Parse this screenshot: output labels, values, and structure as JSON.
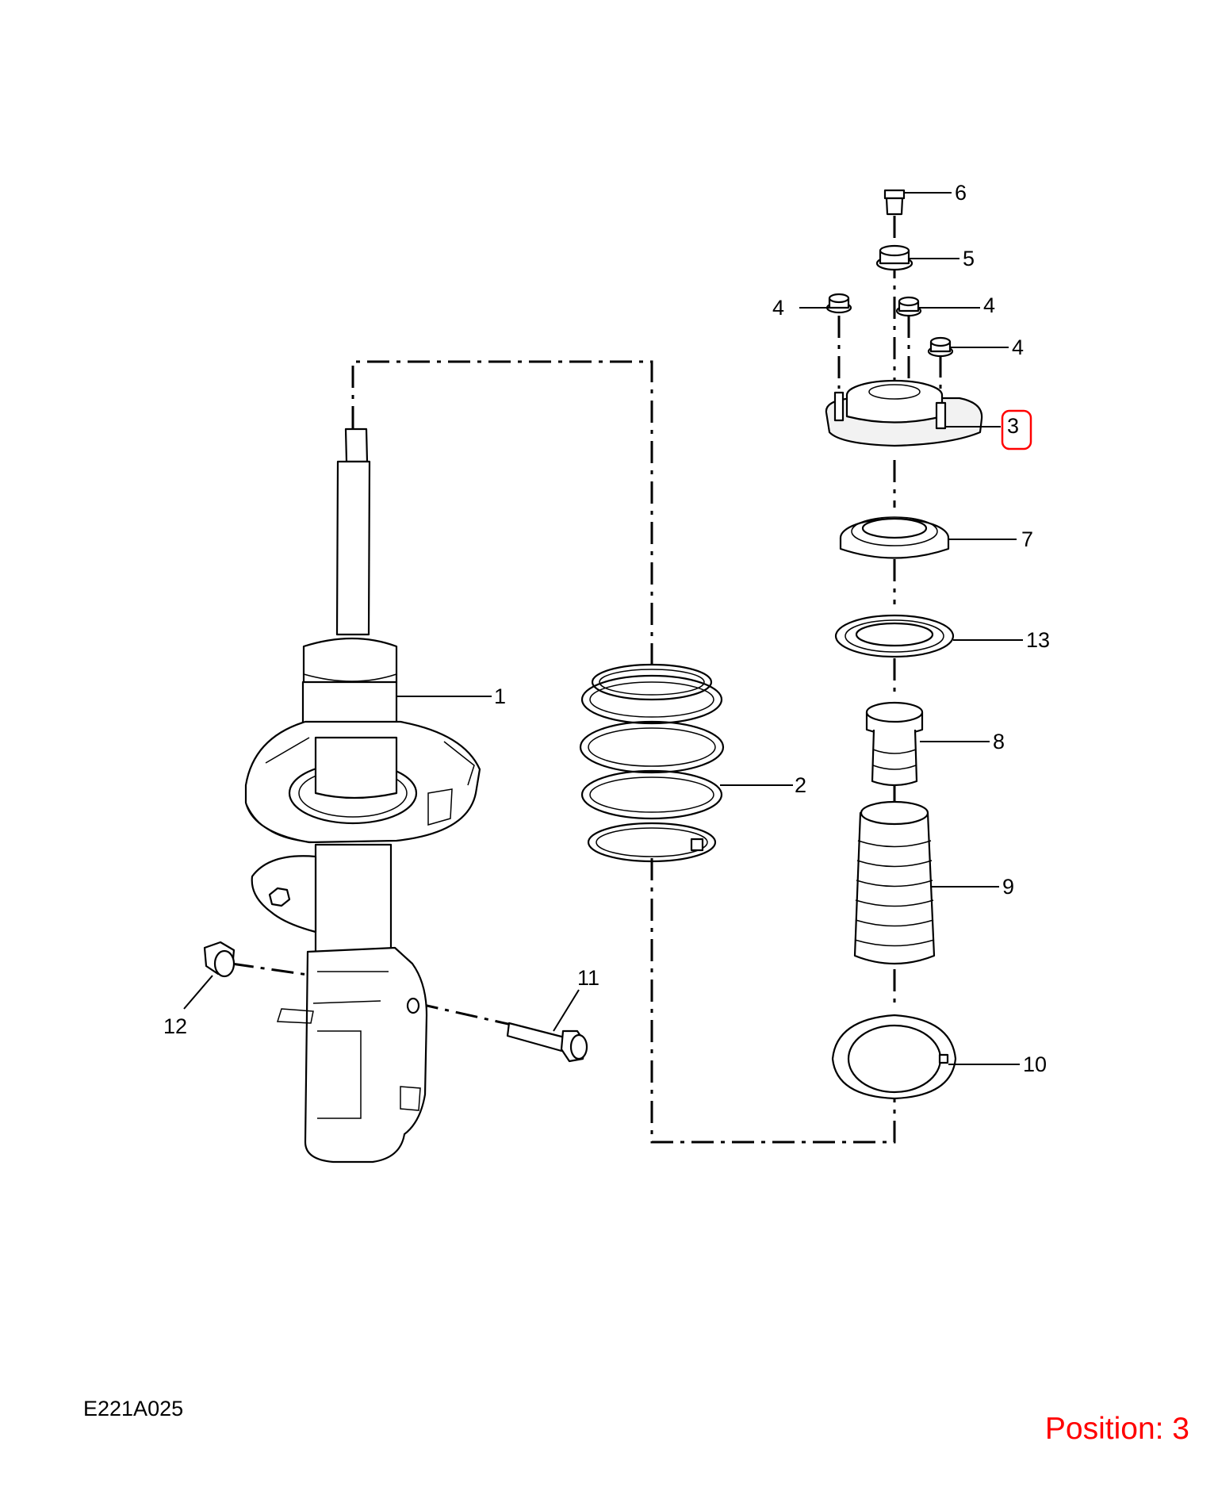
{
  "diagram": {
    "code": "E221A025",
    "position_label": "Position: 3",
    "highlight_color": "#ff0000",
    "callouts": {
      "c1": "1",
      "c2": "2",
      "c3": "3",
      "c4a": "4",
      "c4b": "4",
      "c4c": "4",
      "c5": "5",
      "c6": "6",
      "c7": "7",
      "c8": "8",
      "c9": "9",
      "c10": "10",
      "c11": "11",
      "c12": "12",
      "c13": "13"
    }
  }
}
